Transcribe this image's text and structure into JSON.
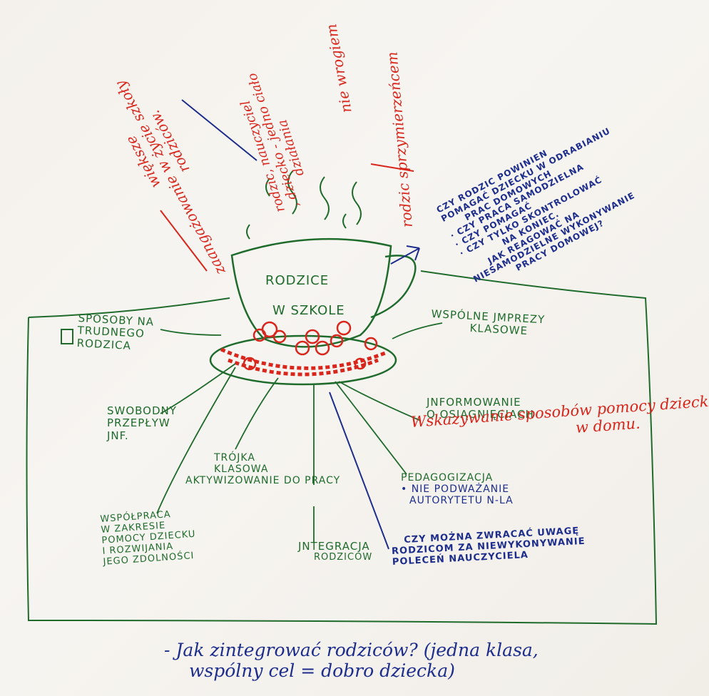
{
  "center": {
    "line1": "RODZICE",
    "line2": "W SZKOLE"
  },
  "green_labels": {
    "sposoby": [
      "SPOSOBY NA",
      "TRUDNEGO",
      "RODZICA"
    ],
    "wspolne": [
      "WSPÓLNE JMPREZY",
      "KLASOWE"
    ],
    "swobodny": [
      "SWOBODNY",
      "PRZEPŁYW",
      "JNF."
    ],
    "informowanie": [
      "JNFORMOWANIE",
      "O OSIĄGNIĘCIACH"
    ],
    "trojka": [
      "TRÓJKA",
      "KLASOWA",
      "AKTYWIZOWANIE DO PRACY"
    ],
    "pedagogizacja": [
      "PEDAGOGIZACJA",
      "• NIE PODWAŻANIE",
      "AUTORYTETU N-LA"
    ],
    "wspolpraca": [
      "WSPÓŁPRACA",
      "W ZAKRESIE",
      "POMOCY DZIECKU",
      "I ROZWIJANIA",
      "JEGO ZDOLNOŚCI"
    ],
    "integracja": [
      "JNTEGRACJA",
      "RODZICÓW"
    ]
  },
  "red_notes": {
    "wieksze": [
      "większe",
      "zaangażowanie w życie szkoły",
      "rodziców."
    ],
    "rodzic": [
      "rodzic, nauczyciel",
      ", dziecko - jedno ciało",
      "działania"
    ],
    "nie_wrogiem": "nie wrogiem",
    "sprzymierzencem": "rodzic sprzymierzeńcem",
    "wskazywanie": [
      "Wskazywanie sposobów pomocy dziecku",
      "w domu."
    ]
  },
  "blue_notes": {
    "pytanie_praca": [
      "CZY RODZIC POWINIEN",
      "POMAGAĆ DZIECKU W ODRABIANIU",
      "PRAC DOMOWYCH",
      "· CZY PRACA SAMODZIELNA",
      "· CZY POMAGAĆ",
      "· CZY TYLKO SKONTROLOWAĆ",
      "NA KONIEC.",
      "JAK REAGOWAĆ NA",
      "NIESAMODZIELNE WYKONYWANIE",
      "PRACY DOMOWEJ?"
    ],
    "pytanie_uwaga": [
      "CZY MOŻNA ZWRACAĆ UWAGĘ",
      "RODZICOM ZA NIEWYKONYWANIE",
      "POLECEŃ NAUCZYCIELA"
    ]
  },
  "bottom_note": [
    "- Jak zintegrować rodziców? (jedna klasa,",
    "wspólny cel = dobro dziecka)"
  ],
  "colors": {
    "green": "#1f6b2c",
    "red": "#d8261c",
    "blue": "#1d2d8c",
    "paper": "#f4f1ec"
  }
}
